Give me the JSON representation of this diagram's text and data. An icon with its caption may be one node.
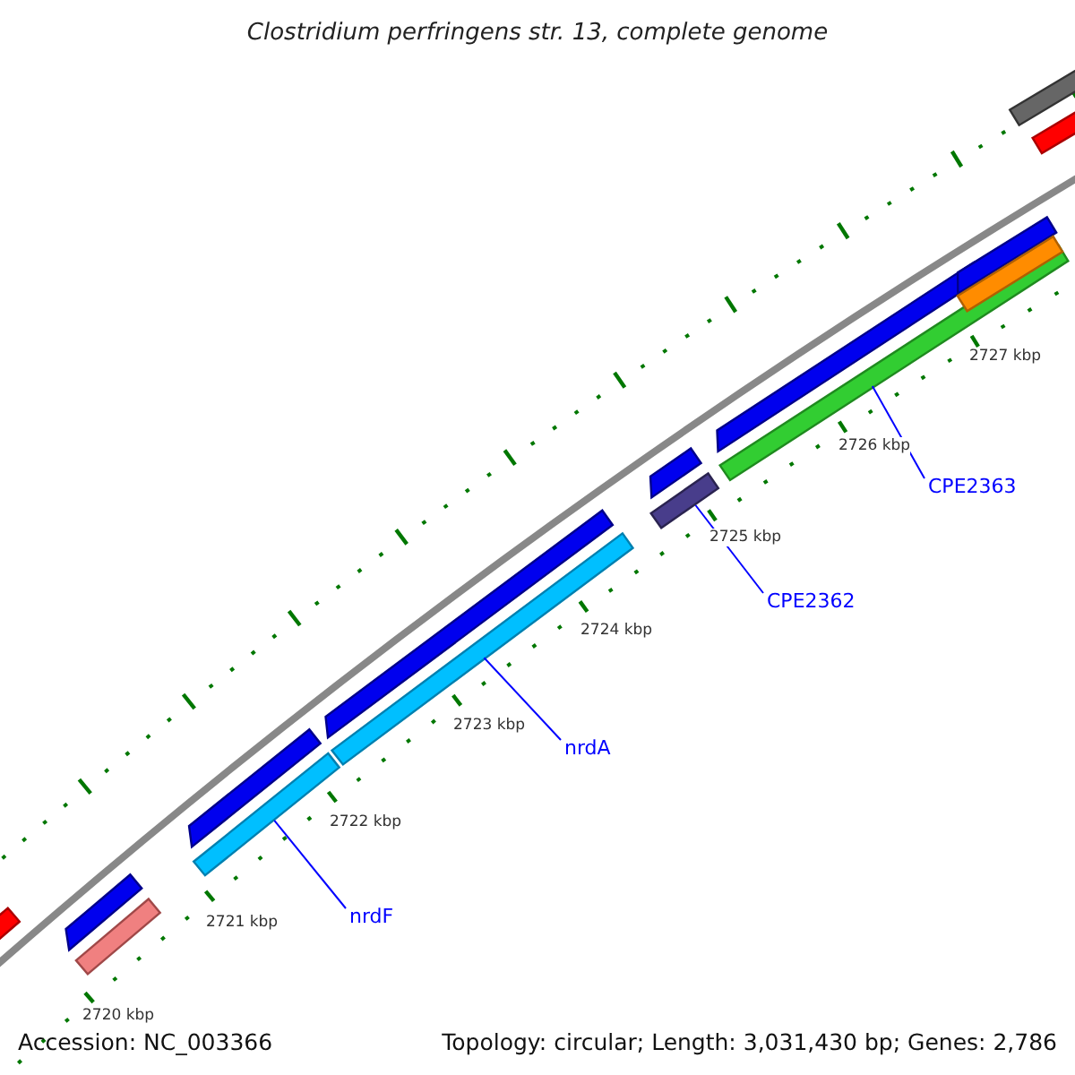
{
  "diagram": {
    "title": "Clostridium perfringens str. 13, complete genome",
    "nodes": [
      {
        "text": [],
        "shape": "bar"
      },
      {
        "text": [],
        "shape": "bar"
      },
      {
        "text": [],
        "shape": "bar"
      },
      {
        "text": [],
        "shape": "bar"
      },
      {
        "text": [],
        "shape": "bar"
      },
      {
        "text": [],
        "shape": "bar"
      },
      {
        "text": [],
        "shape": "bar"
      },
      {
        "text": [],
        "shape": "bar"
      },
      {
        "text": [],
        "shape": "bar"
      },
      {
        "text": [],
        "shape": "bar"
      },
      {
        "text": [],
        "shape": "bar"
      },
      {
        "text": [],
        "shape": "bar"
      },
      {
        "text": [],
        "shape": "bar"
      },
      {
        "text": [],
        "shape": "bar"
      },
      {
        "text": [],
        "shape": "bar"
      },
      {
        "text": [
          "nrdF"
        ]
      },
      {
        "text": [
          "nrdA"
        ]
      },
      {
        "text": [
          "CPE2362"
        ]
      },
      {
        "text": [
          "CPE2363"
        ]
      }
    ],
    "edges": [
      {
        "from": 15,
        "to": 4,
        "arrow": "none"
      },
      {
        "from": 16,
        "to": 6,
        "arrow": "none"
      },
      {
        "from": 17,
        "to": 8,
        "arrow": "none"
      },
      {
        "from": 18,
        "to": 10,
        "arrow": "none"
      }
    ],
    "labels": [
      "2727 kbp",
      "2726 kbp",
      "2725 kbp",
      "2724 kbp",
      "2723 kbp",
      "2722 kbp",
      "2721 kbp",
      "2720 kbp",
      "Accession: NC_003366",
      "Topology: circular; Length: 3,031,430 bp; Genes: 2,786"
    ]
  }
}
